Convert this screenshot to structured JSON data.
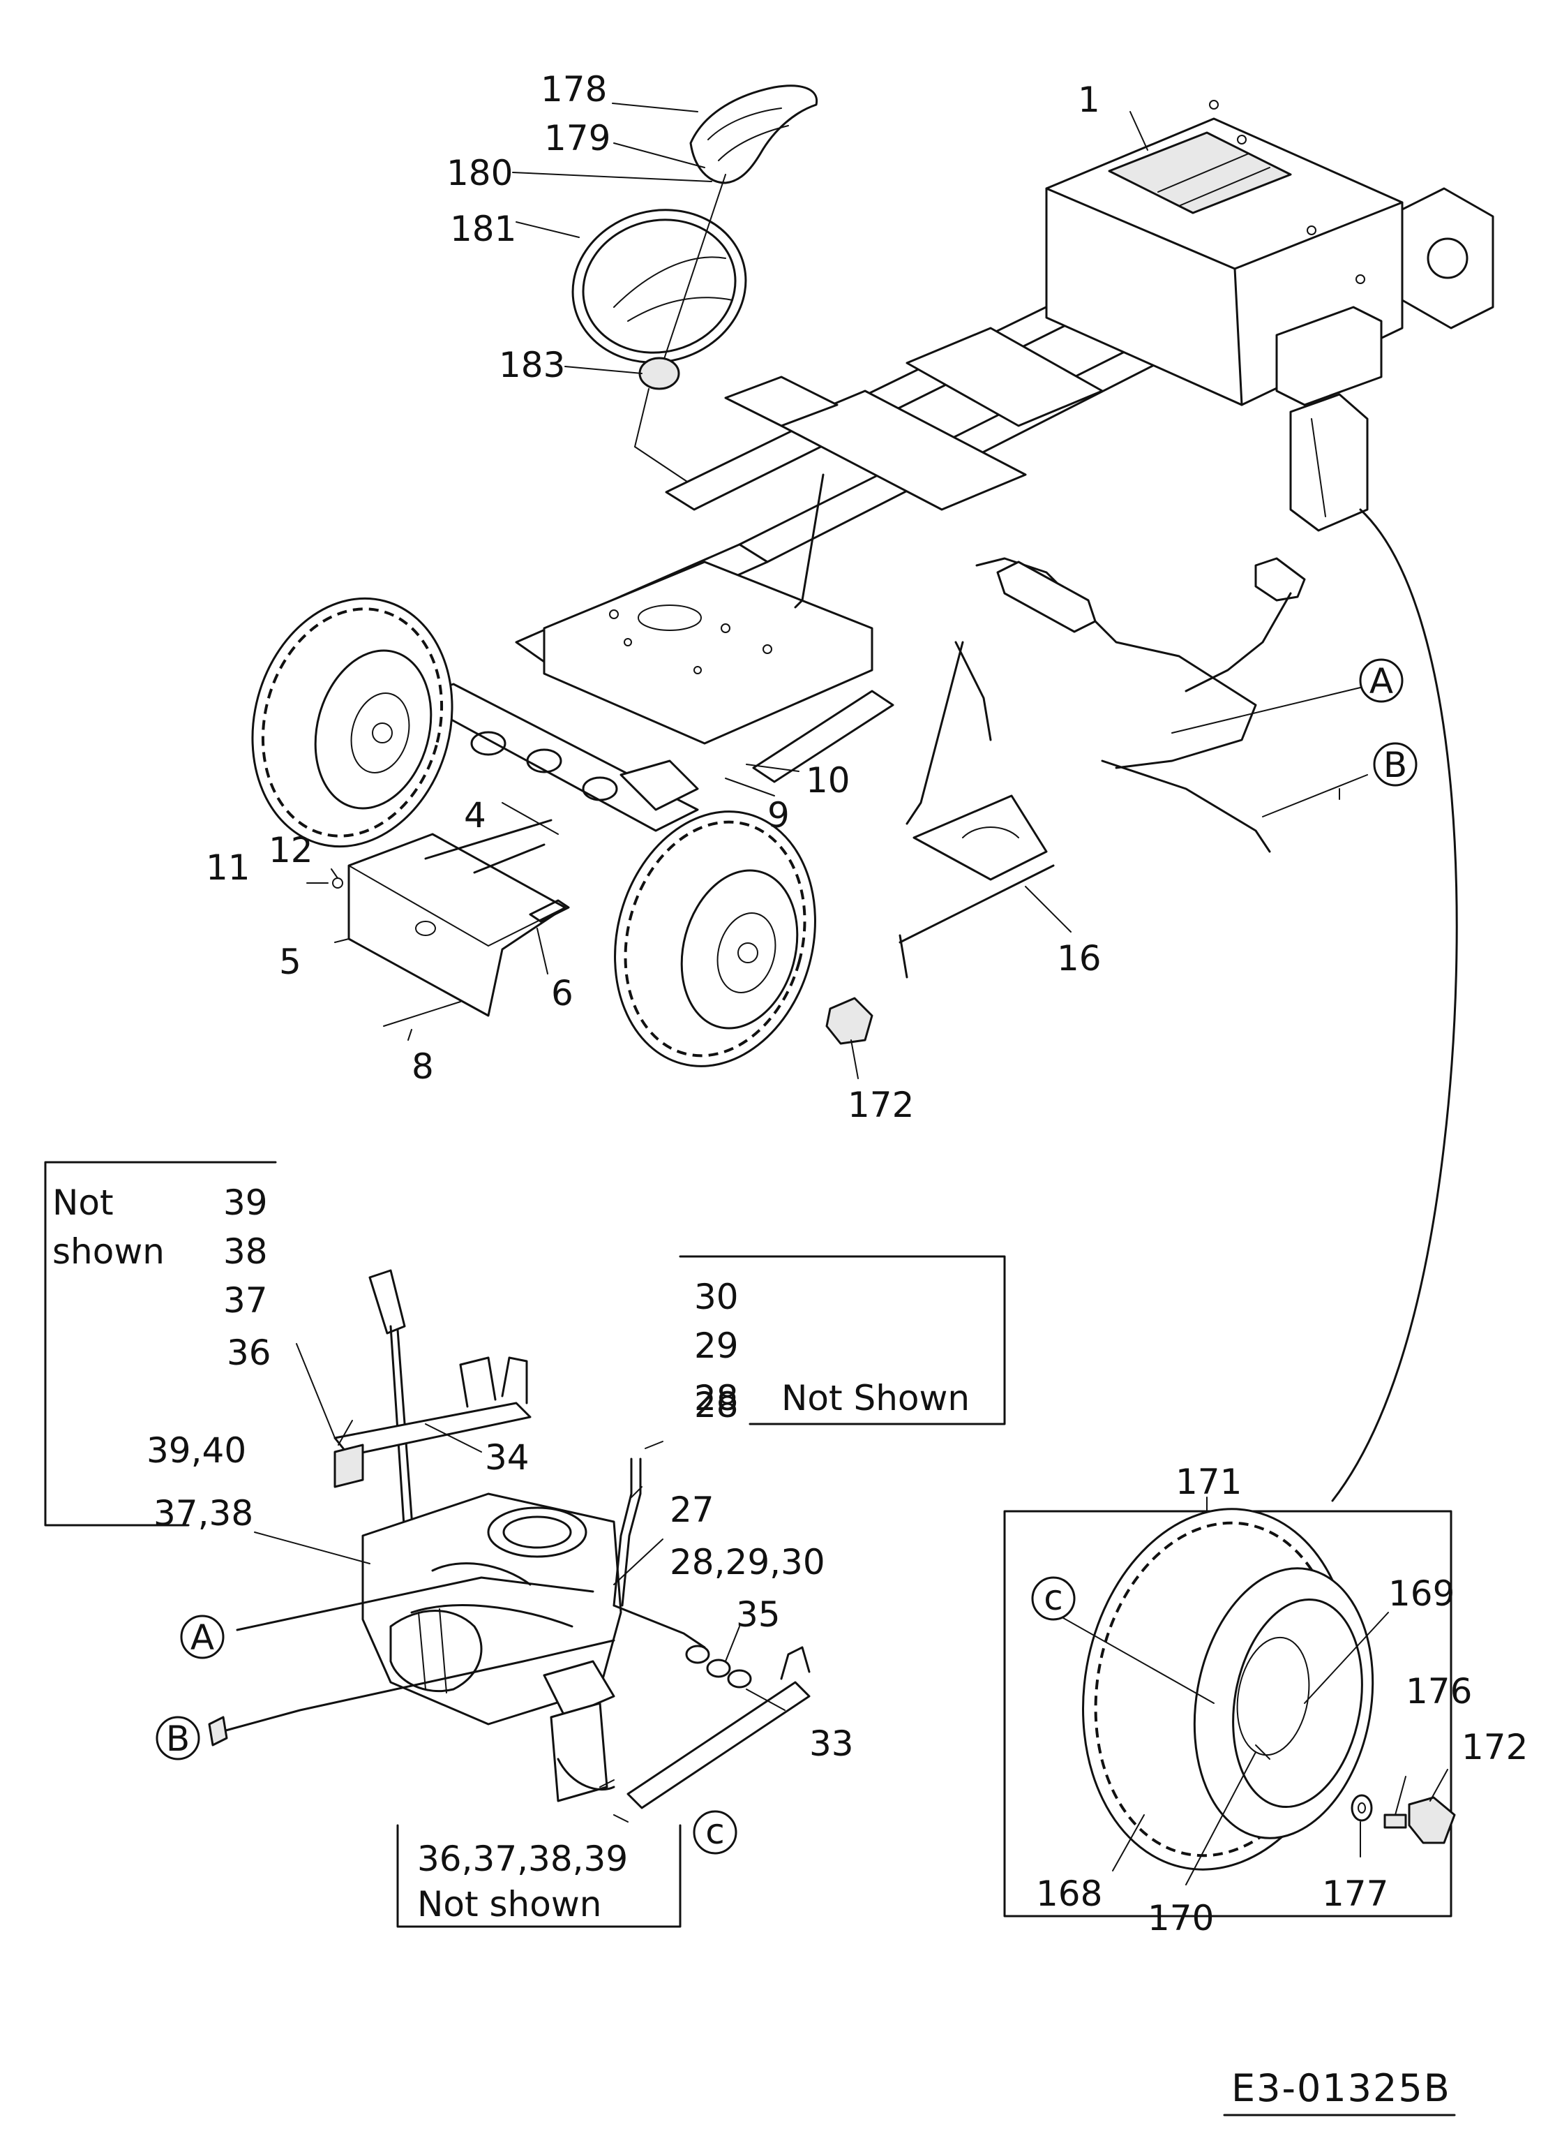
{
  "callouts": {
    "p1": "1",
    "p4": "4",
    "p5": "5",
    "p6": "6",
    "p8": "8",
    "p9": "9",
    "p10": "10",
    "p11": "11",
    "p12": "12",
    "p16": "16",
    "p172_top": "172",
    "p178": "178",
    "p179": "179",
    "p180": "180",
    "p181": "181",
    "p183": "183",
    "p36": "36",
    "p34": "34",
    "p39_40": "39,40",
    "p37_38": "37,38",
    "p27": "27",
    "p28": "28",
    "p28_29_30": "28,29,30",
    "p35": "35",
    "p33": "33",
    "p171": "171",
    "p169": "169",
    "p176": "176",
    "p172_wheel": "172",
    "p168": "168",
    "p170": "170",
    "p177": "177"
  },
  "connectors": {
    "a_top": "A",
    "b_top": "B",
    "a_bottom": "A",
    "b_bottom": "B",
    "c_bottom": "c",
    "c_wheel": "c"
  },
  "box_left": {
    "line1_label": "Not",
    "line2_label": "shown",
    "numbers": [
      "39",
      "38",
      "37"
    ]
  },
  "box_right": {
    "numbers": [
      "30",
      "29",
      "28"
    ],
    "label": "Not Shown"
  },
  "box_bottom": {
    "line1": "36,37,38,39",
    "line2": "Not shown"
  },
  "drawing_code": "E3-01325B"
}
